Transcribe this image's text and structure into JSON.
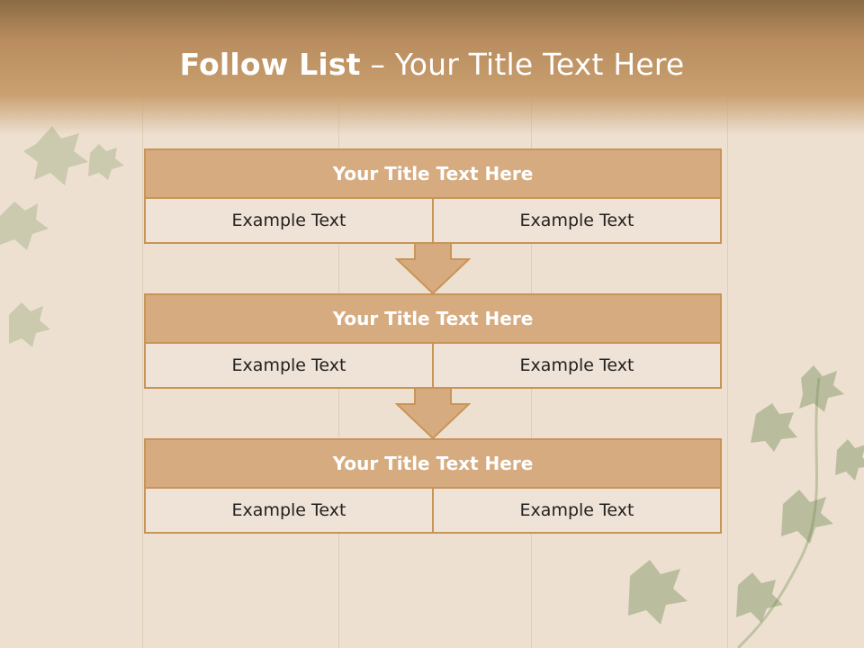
{
  "slide": {
    "title_bold": "Follow List",
    "title_sep": "  –",
    "title_rest": " Your Title Text Here"
  },
  "steps": [
    {
      "title": "Your Title Text Here",
      "left": "Example Text",
      "right": "Example Text"
    },
    {
      "title": "Your Title Text Here",
      "left": "Example Text",
      "right": "Example Text"
    },
    {
      "title": "Your Title Text Here",
      "left": "Example Text",
      "right": "Example Text"
    }
  ],
  "colors": {
    "header": "#b98d5f",
    "box_fill": "#d6ab80",
    "box_border": "#c89558",
    "cell_fill": "#efe2d6",
    "background": "#ede0d0"
  },
  "decorations": [
    "wood-planks",
    "ivy-leaves-icon"
  ]
}
